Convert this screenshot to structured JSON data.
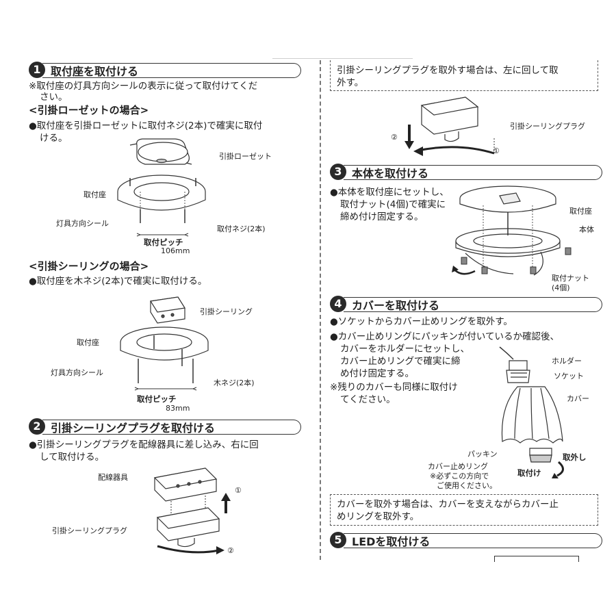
{
  "section1": {
    "num": "1",
    "title": "取付座を取付ける",
    "note_line1": "※取付座の灯具方向シールの表示に従って取付けてくだ",
    "note_line2": "さい。",
    "rosette_heading": "<引掛ローゼットの場合>",
    "rosette_text1": "●取付座を引掛ローゼットに取付ネジ(2本)で確実に取付",
    "rosette_text2": "ける。",
    "rosette_labels": {
      "rosette": "引掛ローゼット",
      "base": "取付座",
      "seal": "灯具方向シール",
      "screw": "取付ネジ(2本)",
      "pitch": "取付ピッチ",
      "pitch_value": "106mm"
    },
    "ceiling_heading": "<引掛シーリングの場合>",
    "ceiling_text": "●取付座を木ネジ(2本)で確実に取付ける。",
    "ceiling_labels": {
      "ceiling": "引掛シーリング",
      "base": "取付座",
      "seal": "灯具方向シール",
      "screw": "木ネジ(2本)",
      "pitch": "取付ピッチ",
      "pitch_value": "83mm"
    }
  },
  "section2": {
    "num": "2",
    "title": "引掛シーリングプラグを取付ける",
    "text1": "●引掛シーリングプラグを配線器具に差し込み、右に回",
    "text2": "して取付ける。",
    "labels": {
      "device": "配線器具",
      "plug": "引掛シーリングプラグ",
      "step1": "①",
      "step2": "②"
    }
  },
  "removal_note": {
    "line1": "引掛シーリングプラグを取外す場合は、左に回して取",
    "line2": "外す。",
    "plug_label": "引掛シーリングプラグ",
    "step1": "①",
    "step2": "②"
  },
  "section3": {
    "num": "3",
    "title": "本体を取付ける",
    "text1": "●本体を取付座にセットし、",
    "text2": "取付ナット(4個)で確実に",
    "text3": "締め付け固定する。",
    "labels": {
      "base": "取付座",
      "body": "本体",
      "nut": "取付ナット",
      "nut_count": "(4個)"
    }
  },
  "section4": {
    "num": "4",
    "title": "カバーを取付ける",
    "text1": "●ソケットからカバー止めリングを取外す。",
    "text2": "●カバー止めリングにパッキンが付いているか確認後、",
    "text3": "カバーをホルダーにセットし、",
    "text4": "カバー止めリングで確実に締",
    "text5": "め付け固定する。",
    "text6": "※残りのカバーも同様に取付け",
    "text7": "てください。",
    "labels": {
      "holder": "ホルダー",
      "socket": "ソケット",
      "cover": "カバー",
      "packing": "パッキン",
      "remove": "取外し",
      "ring": "カバー止めリング",
      "ring_note1": "※必ずこの方向で",
      "ring_note2": "ご使用ください。",
      "attach": "取付け"
    }
  },
  "cover_note": {
    "line1": "カバーを取外す場合は、カバーを支えながらカバー止",
    "line2": "めリングを取外す。"
  },
  "section5": {
    "num": "5",
    "title": "LEDを取付ける"
  }
}
